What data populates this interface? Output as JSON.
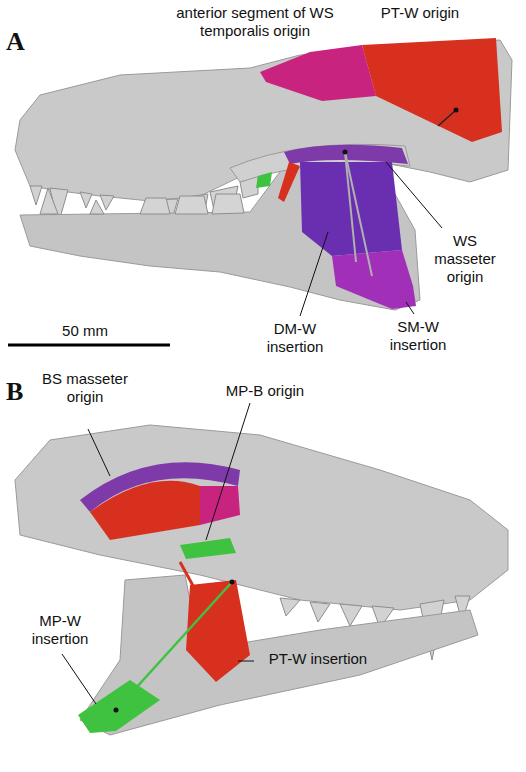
{
  "diagram": {
    "labels": [
      "A",
      "anterior segment of WS temporalis origin",
      "PT-W origin",
      "WS masseter origin",
      "DM-W insertion",
      "SM-W insertion",
      "50 mm",
      "B",
      "BS masseter origin",
      "MP-B origin",
      "PT-W insertion",
      "MP-W insertion"
    ]
  }
}
